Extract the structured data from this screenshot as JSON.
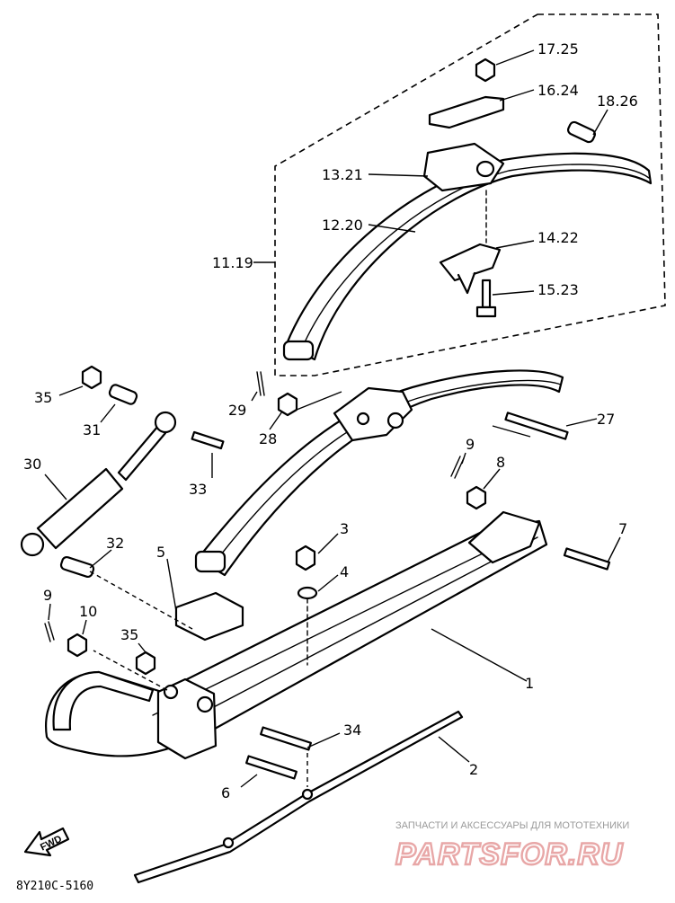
{
  "callouts": {
    "c1": "1",
    "c2": "2",
    "c3": "3",
    "c4": "4",
    "c5": "5",
    "c6": "6",
    "c7": "7",
    "c8": "8",
    "c9a": "9",
    "c9b": "9",
    "c10": "10",
    "c11_19": "11.19",
    "c12_20": "12.20",
    "c13_21": "13.21",
    "c14_22": "14.22",
    "c15_23": "15.23",
    "c16_24": "16.24",
    "c17_25": "17.25",
    "c18_26": "18.26",
    "c27": "27",
    "c28": "28",
    "c29": "29",
    "c30": "30",
    "c31": "31",
    "c32": "32",
    "c33": "33",
    "c34": "34",
    "c35a": "35",
    "c35b": "35"
  },
  "fwd_label": "FWD",
  "diagram_code": "8Y210C-5160",
  "watermark": {
    "caption": "ЗАПЧАСТИ И АКСЕССУАРЫ ДЛЯ МОТОТЕХНИКИ",
    "logo": "PARTSFOR.RU",
    "color": "#e8a7a7"
  }
}
